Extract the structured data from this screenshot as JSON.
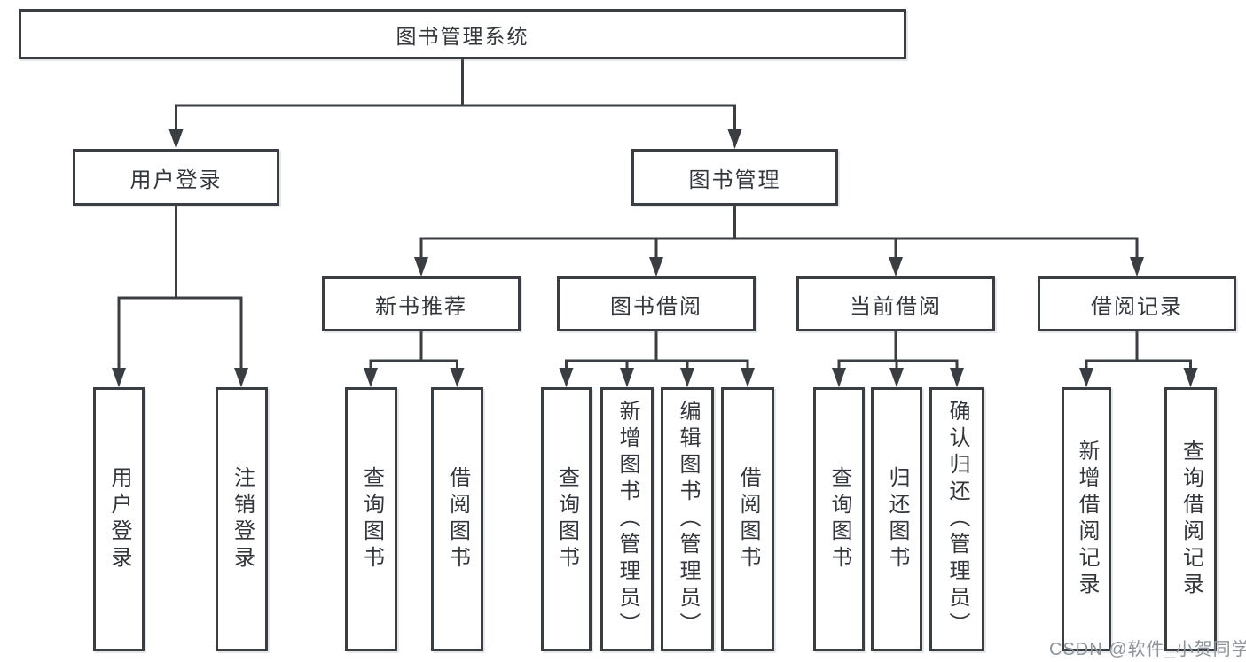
{
  "diagram": {
    "title": "图书管理系统",
    "watermark": "CSDN @软件_小贺同学",
    "colors": {
      "line": "#3a3d42",
      "text": "#33373c",
      "background": "#ffffff",
      "watermark": "#8f949c"
    }
  },
  "nodes": {
    "root": {
      "label": "图书管理系统"
    },
    "level2": [
      {
        "id": "user-login",
        "label": "用户登录"
      },
      {
        "id": "book-management",
        "label": "图书管理"
      }
    ],
    "level3": [
      {
        "id": "new-book-recommend",
        "label": "新书推荐",
        "parent": "图书管理"
      },
      {
        "id": "book-borrowing",
        "label": "图书借阅",
        "parent": "图书管理"
      },
      {
        "id": "current-borrowing",
        "label": "当前借阅",
        "parent": "图书管理"
      },
      {
        "id": "borrowing-records",
        "label": "借阅记录",
        "parent": "图书管理"
      }
    ],
    "leaves": [
      {
        "id": "leaf-user-login",
        "label": "用户登录",
        "parent": "用户登录"
      },
      {
        "id": "leaf-logout",
        "label": "注销登录",
        "parent": "用户登录"
      },
      {
        "id": "leaf-query-books-1",
        "label": "查询图书",
        "parent": "新书推荐"
      },
      {
        "id": "leaf-borrow-books-1",
        "label": "借阅图书",
        "parent": "新书推荐"
      },
      {
        "id": "leaf-query-books-2",
        "label": "查询图书",
        "parent": "图书借阅"
      },
      {
        "id": "leaf-add-books",
        "label": "新增图书（管理员）",
        "parent": "图书借阅"
      },
      {
        "id": "leaf-edit-books",
        "label": "编辑图书（管理员）",
        "parent": "图书借阅"
      },
      {
        "id": "leaf-borrow-books-2",
        "label": "借阅图书",
        "parent": "图书借阅"
      },
      {
        "id": "leaf-query-books-3",
        "label": "查询图书",
        "parent": "当前借阅"
      },
      {
        "id": "leaf-return-books",
        "label": "归还图书",
        "parent": "当前借阅"
      },
      {
        "id": "leaf-confirm-return",
        "label": "确认归还（管理员）",
        "parent": "当前借阅"
      },
      {
        "id": "leaf-add-borrow-record",
        "label": "新增借阅记录",
        "parent": "借阅记录"
      },
      {
        "id": "leaf-query-borrow-record",
        "label": "查询借阅记录",
        "parent": "借阅记录"
      }
    ]
  }
}
